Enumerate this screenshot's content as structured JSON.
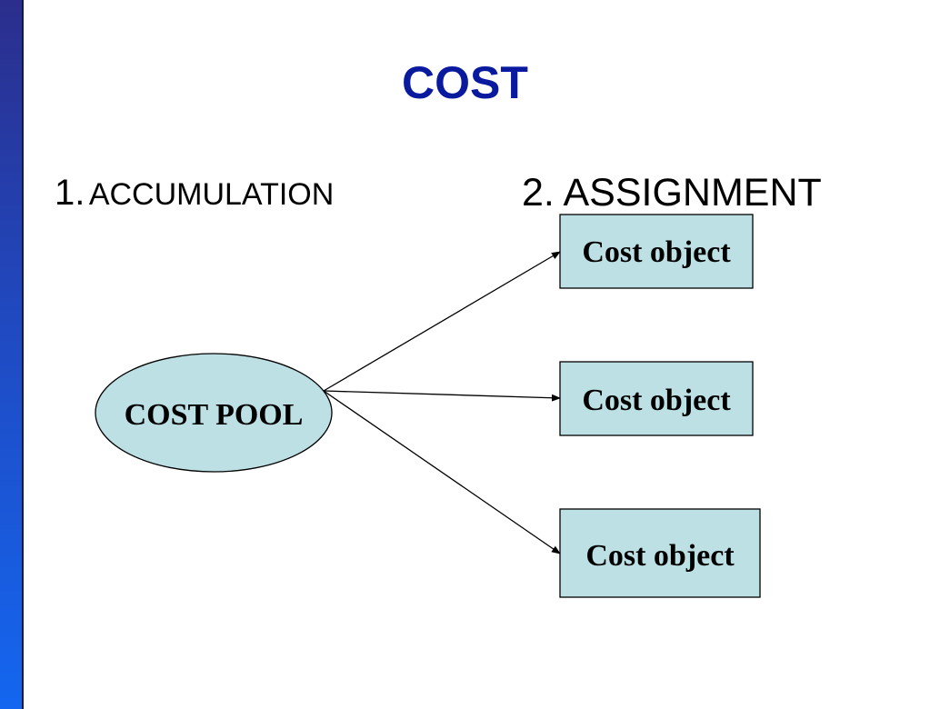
{
  "slide": {
    "title": "COST",
    "steps": [
      {
        "number": "1.",
        "label": "ACCUMULATION"
      },
      {
        "number": "2.",
        "label": "ASSIGNMENT"
      }
    ]
  },
  "diagram": {
    "source": {
      "label": "COST POOL"
    },
    "targets": [
      {
        "label": "Cost object"
      },
      {
        "label": "Cost object"
      },
      {
        "label": "Cost object"
      }
    ]
  },
  "colors": {
    "node_fill": "#bde0e4",
    "title": "#0a1a9e",
    "side_bar_top": "#2b2e8c",
    "side_bar_bottom": "#1466f0"
  }
}
